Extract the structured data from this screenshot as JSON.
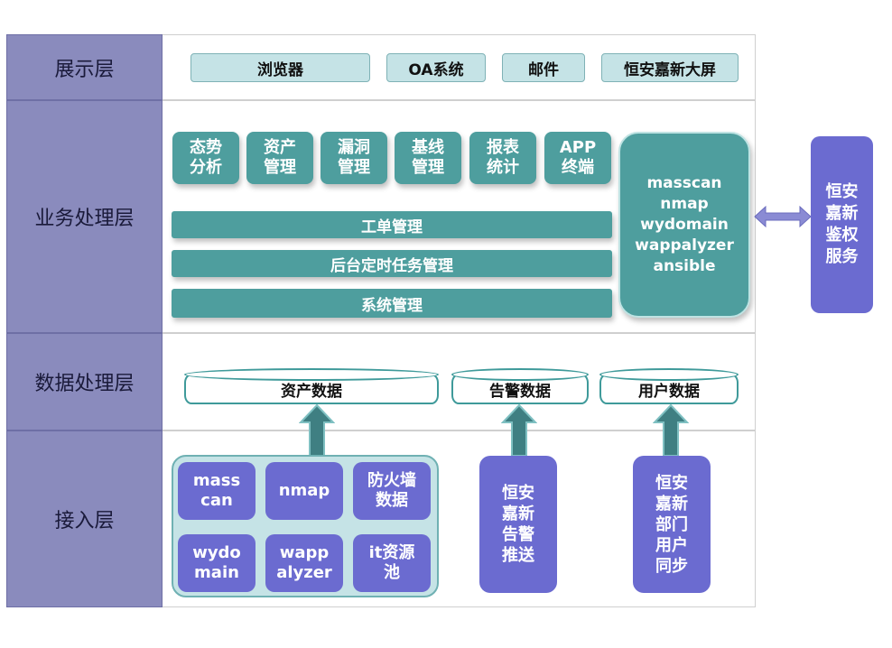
{
  "layers": {
    "presentation": "展示层",
    "business": "业务处理层",
    "data": "数据处理层",
    "access": "接入层"
  },
  "presentation_items": [
    "浏览器",
    "OA系统",
    "邮件",
    "恒安嘉新大屏"
  ],
  "business_modules": [
    {
      "line1": "态势",
      "line2": "分析"
    },
    {
      "line1": "资产",
      "line2": "管理"
    },
    {
      "line1": "漏洞",
      "line2": "管理"
    },
    {
      "line1": "基线",
      "line2": "管理"
    },
    {
      "line1": "报表",
      "line2": "统计"
    },
    {
      "line1": "APP",
      "line2": "终端"
    }
  ],
  "business_bars": [
    "工单管理",
    "后台定时任务管理",
    "系统管理"
  ],
  "tools": [
    "masscan",
    "nmap",
    "wydomain",
    "wappalyzer",
    "ansible"
  ],
  "auth_service": [
    "恒安",
    "嘉新",
    "鉴权",
    "服务"
  ],
  "data_stores": [
    "资产数据",
    "告警数据",
    "用户数据"
  ],
  "access_sources": [
    {
      "line1": "mass",
      "line2": "can"
    },
    {
      "line1": "nmap",
      "line2": ""
    },
    {
      "line1": "防火墙",
      "line2": "数据"
    },
    {
      "line1": "wydo",
      "line2": "main"
    },
    {
      "line1": "wapp",
      "line2": "alyzer"
    },
    {
      "line1": "it资源",
      "line2": "池"
    }
  ],
  "alert_push": [
    "恒安",
    "嘉新",
    "告警",
    "推送"
  ],
  "user_sync": [
    "恒安",
    "嘉新",
    "部门",
    "用户",
    "同步"
  ],
  "colors": {
    "layer_label": "#8a8bbd",
    "teal": "#4e9e9e",
    "light_teal": "#c5e3e6",
    "purple": "#6b6bd0"
  }
}
